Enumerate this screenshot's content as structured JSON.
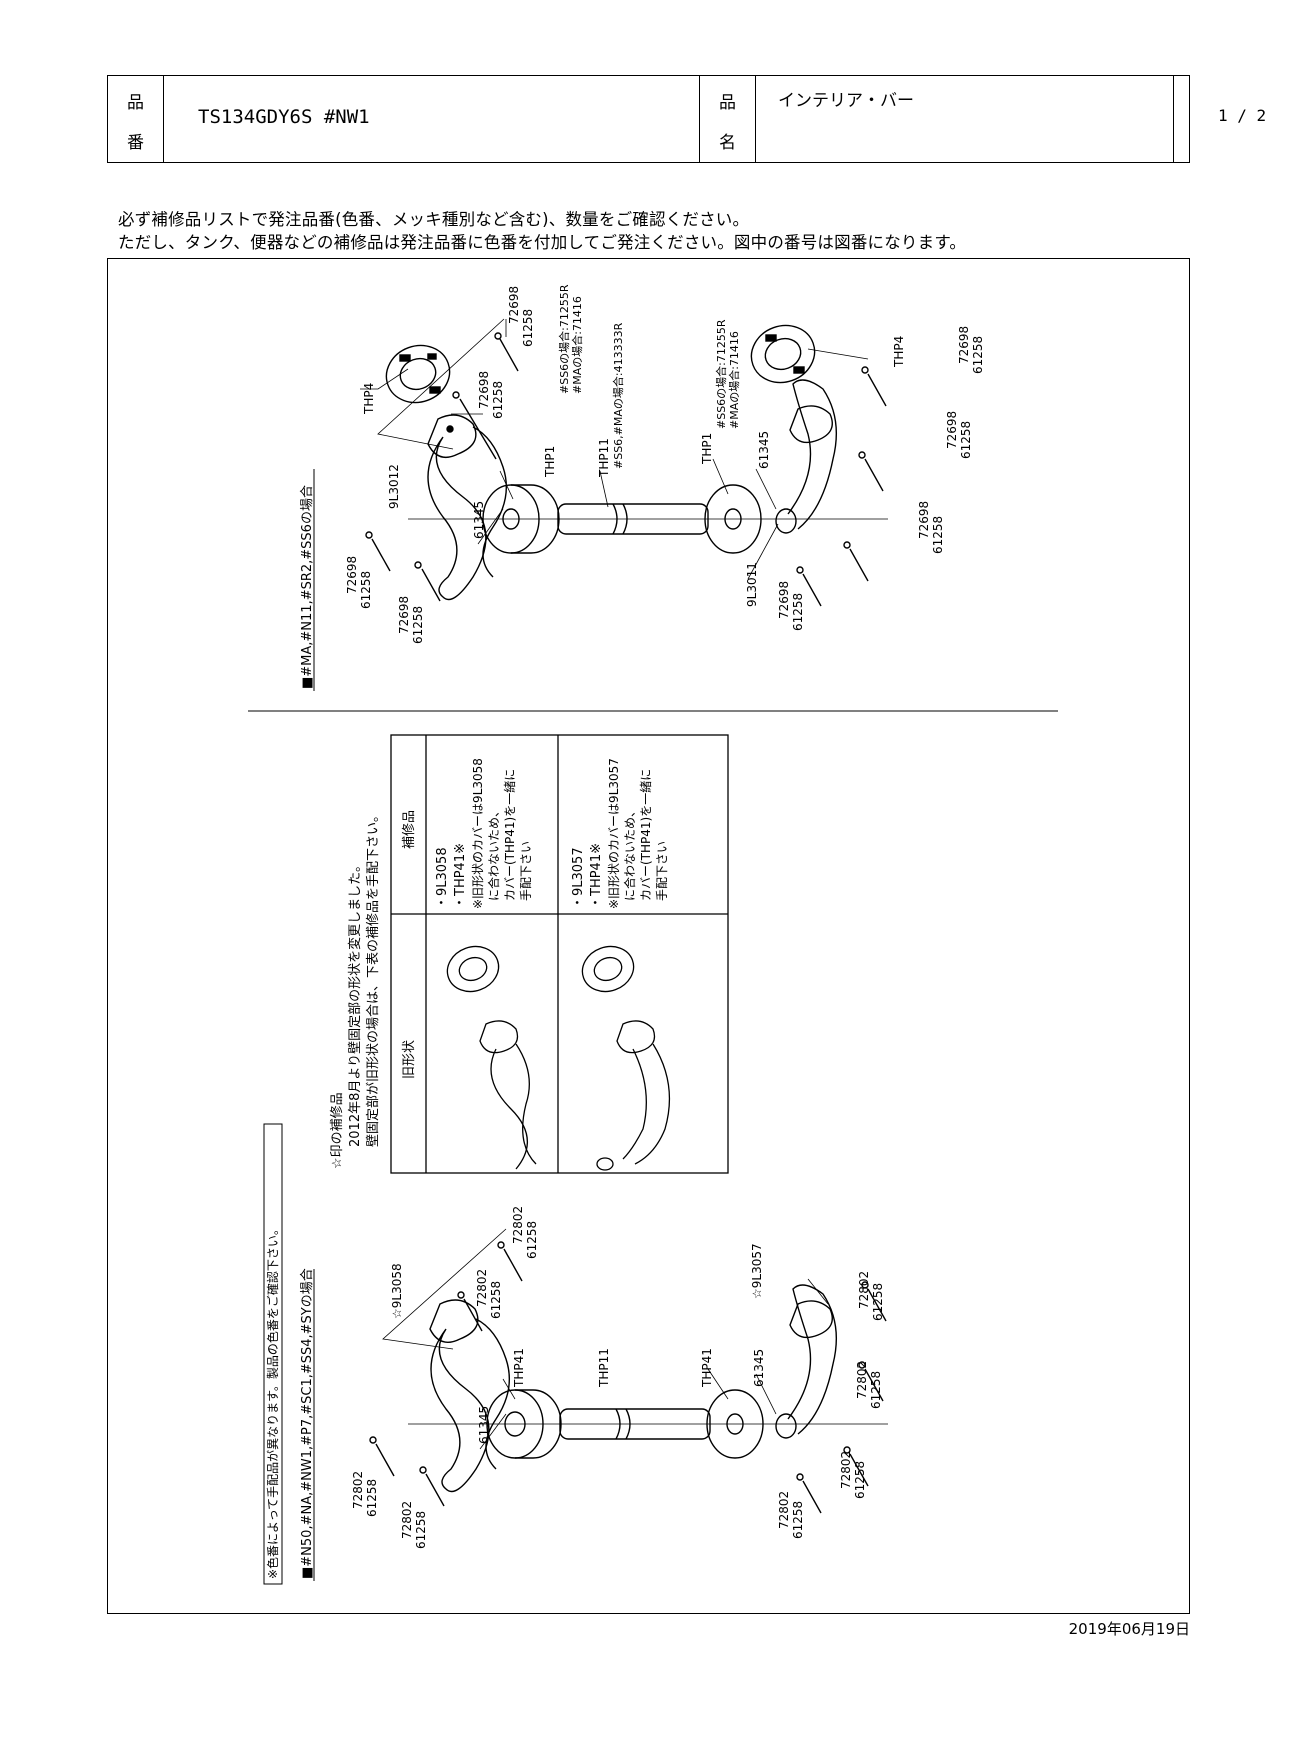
{
  "header": {
    "hinban_label_1": "品",
    "hinban_label_2": "番",
    "part_number": "TS134GDY6S #NW1",
    "hinmei_label_1": "品",
    "hinmei_label_2": "名",
    "product_name": "インテリア・バー",
    "page": "1 / 2"
  },
  "notice": {
    "line1": "必ず補修品リストで発注品番(色番、メッキ種別など含む)、数量をご確認ください。",
    "line2": "ただし、タンク、便器などの補修品は発注品番に色番を付加してご発注ください。図中の番号は図番になります。"
  },
  "diagram_top": {
    "section_title": "■#MA,#N11,#SR2,#SS6の場合",
    "labels": {
      "thp4_left": "THP4",
      "n72698_a": "72698",
      "n61258_a": "61258",
      "n72698_b": "72698",
      "n61258_b": "61258",
      "n9l3012": "9L3012",
      "n61345_left": "61345",
      "thp1_left": "THP1",
      "thp1_left_ss6": "#SS6の場合:71255R",
      "thp1_left_ma": "#MAの場合:71416",
      "thp11": "THP11",
      "thp11_note": "#SS6,#MAの場合:413333R",
      "n72698_c": "72698",
      "n61258_c": "61258",
      "n72698_d": "72698",
      "n61258_d": "61258",
      "thp1_right": "THP1",
      "thp1_right_ss6": "#SS6の場合:71255R",
      "thp1_right_ma": "#MAの場合:71416",
      "n61345_right": "61345",
      "n9l3011": "9L3011",
      "n72698_e": "72698",
      "n61258_e": "61258",
      "thp4_right": "THP4",
      "n72698_f": "72698",
      "n61258_f": "61258",
      "n72698_g": "72698",
      "n61258_g": "61258",
      "n72698_h": "72698",
      "n61258_h": "61258"
    }
  },
  "table_note": {
    "star_note": "☆印の補修品",
    "line2": "2012年8月より壁固定部の形状を変更しました。",
    "line3": "壁固定部が旧形状の場合は、下表の補修品を手配下さい。",
    "col_old": "旧形状",
    "col_parts": "補修品",
    "row1_a": "・9L3058",
    "row1_b": "・THP41※",
    "row1_c": "※旧形状のカバーは9L3058",
    "row1_d": "に合わないため、",
    "row1_e": "カバー(THP41)を一緒に",
    "row1_f": "手配下さい",
    "row2_a": "・9L3057",
    "row2_b": "・THP41※",
    "row2_c": "※旧形状のカバーは9L3057",
    "row2_d": "に合わないため、",
    "row2_e": "カバー(THP41)を一緒に",
    "row2_f": "手配下さい"
  },
  "diagram_bottom": {
    "color_note": "※色番によって手配品が異なります。製品の色番をご確認下さい。",
    "section_title": "■#N50,#NA,#NW1,#P7,#SC1,#SS4,#SYの場合",
    "labels": {
      "n72802_a": "72802",
      "n61258_a": "61258",
      "n72802_b": "72802",
      "n61258_b": "61258",
      "n9l3058": "☆9L3058",
      "n61345_left": "61345",
      "thp41_left": "THP41",
      "thp11": "THP11",
      "thp41_right": "THP41",
      "n61345_right": "61345",
      "n9l3057": "☆9L3057",
      "n72802_c": "72802",
      "n61258_c": "61258",
      "n72802_d": "72802",
      "n61258_d": "61258",
      "n72802_e": "72802",
      "n61258_e": "61258",
      "n72802_f": "72802",
      "n61258_f": "61258",
      "n72802_g": "72802",
      "n61258_g": "61258",
      "n72802_h": "72802",
      "n61258_h": "61258"
    }
  },
  "footer": {
    "date": "2019年06月19日"
  }
}
